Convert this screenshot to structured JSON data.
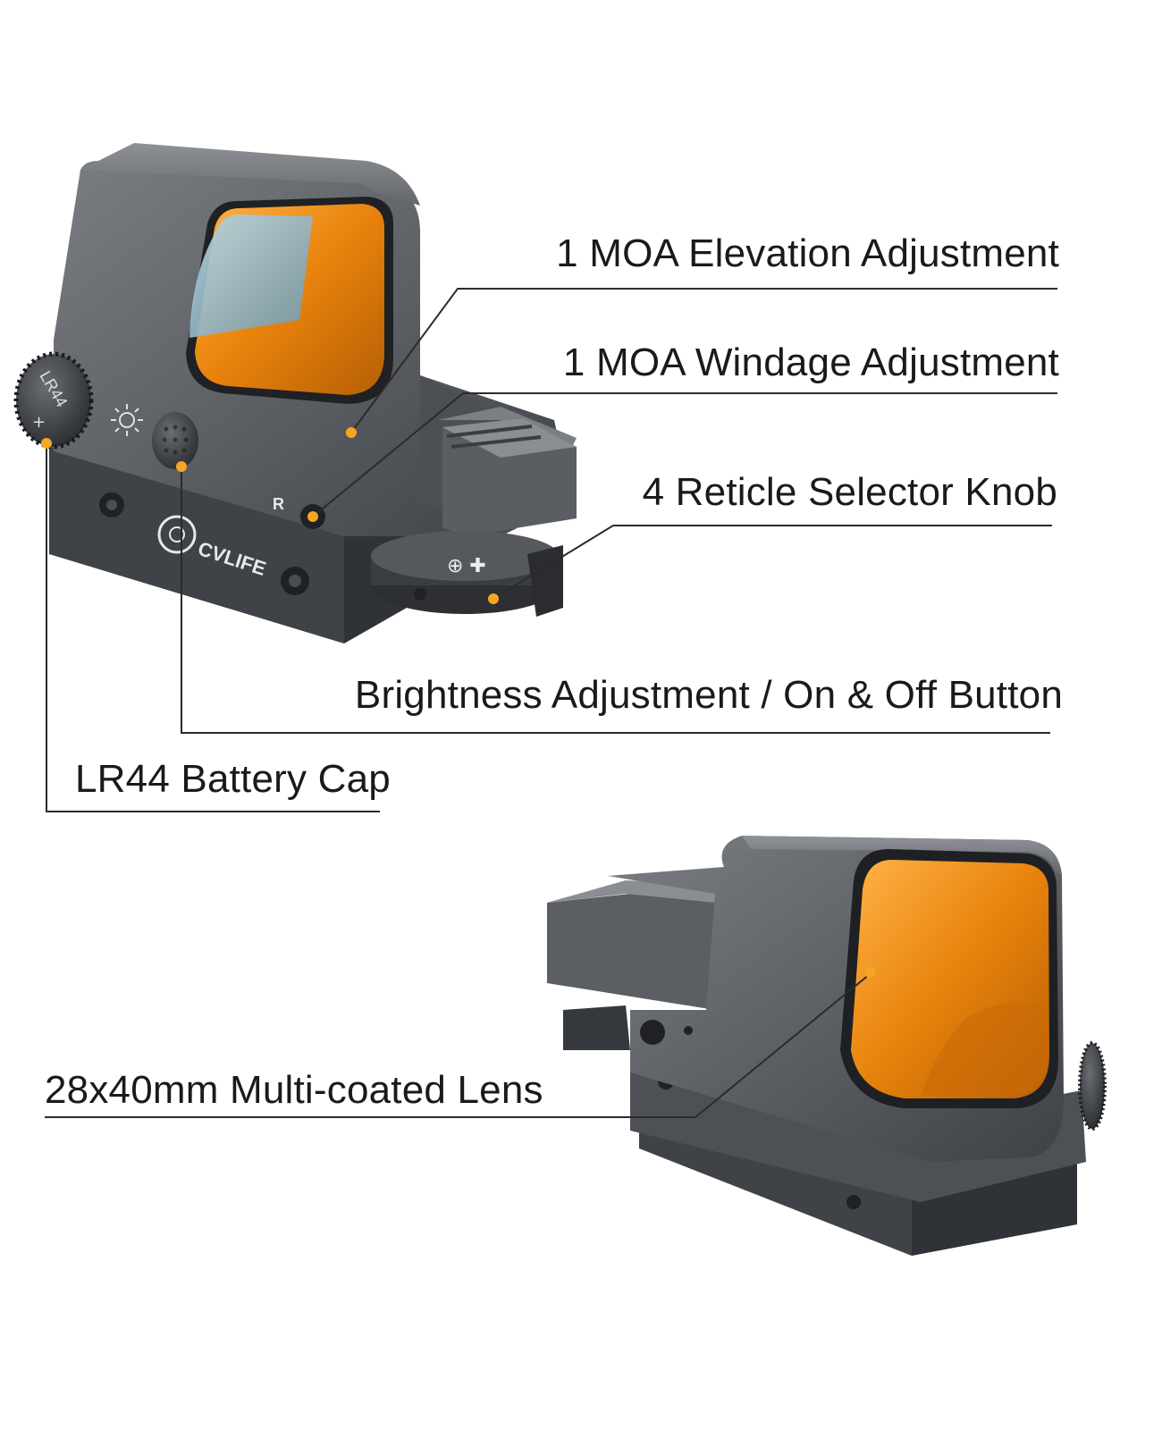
{
  "colors": {
    "body_dark": "#4a4d52",
    "body_mid": "#6b6e73",
    "body_light": "#8a8d92",
    "lens_orange": "#e8820c",
    "lens_blue": "#8fb6c8",
    "marker_dot": "#f5a623",
    "leader_line": "#2b2b2b"
  },
  "brand": {
    "logo_text": "CVLIFE",
    "cap_text": "LR44"
  },
  "callouts": {
    "elevation": "1 MOA Elevation Adjustment",
    "windage": "1 MOA Windage Adjustment",
    "reticle": "4 Reticle Selector Knob",
    "brightness": "Brightness Adjustment / On & Off Button",
    "battery": "LR44 Battery Cap",
    "lens": "28x40mm Multi-coated Lens"
  }
}
